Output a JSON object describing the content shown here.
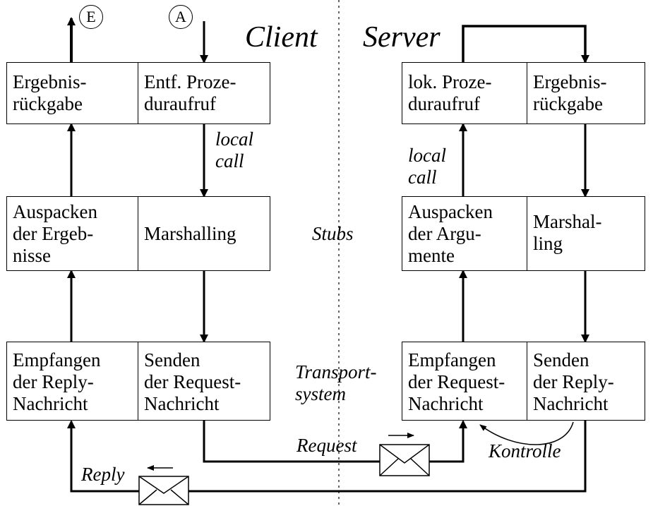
{
  "headings": {
    "client": "Client",
    "server": "Server"
  },
  "markers": {
    "end": "E",
    "start": "A"
  },
  "client": {
    "row1": {
      "left": "Ergebnis-\nrückgabe",
      "right": "Entf. Proze-\nduraufruf"
    },
    "row2": {
      "left": "Auspacken\nder Ergeb-\nnisse",
      "right": "Marshalling"
    },
    "row3": {
      "left": "Empfangen\nder Reply-\nNachricht",
      "right": "Senden\nder Request-\nNachricht"
    }
  },
  "server": {
    "row1": {
      "left": "lok. Proze-\nduraufruf",
      "right": "Ergebnis-\nrückgabe"
    },
    "row2": {
      "left": "Auspacken\nder Argu-\nmente",
      "right": "Marshal-\nling"
    },
    "row3": {
      "left": "Empfangen\nder Request-\nNachricht",
      "right": "Senden\nder Reply-\nNachricht"
    }
  },
  "labels": {
    "client_local_call": "local\ncall",
    "server_local_call": "local\ncall",
    "stubs": "Stubs",
    "transport": "Transport-\nsystem",
    "request": "Request",
    "reply": "Reply",
    "kontrolle": "Kontrolle"
  }
}
